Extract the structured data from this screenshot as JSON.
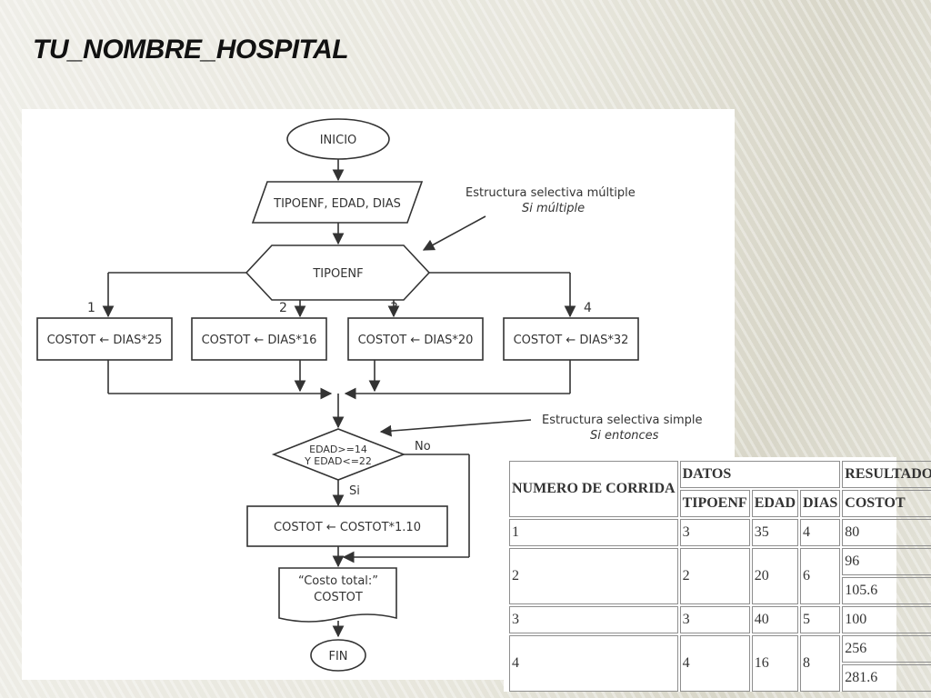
{
  "slide": {
    "title": "TU_NOMBRE_HOSPITAL"
  },
  "flowchart": {
    "start": "INICIO",
    "input": "TIPOENF, EDAD, DIAS",
    "decision_multiple": "TIPOENF",
    "annotation_multiple": {
      "line1": "Estructura selectiva múltiple",
      "line2": "Si múltiple"
    },
    "branches": [
      {
        "label": "1",
        "process": "COSTOT ← DIAS*25"
      },
      {
        "label": "2",
        "process": "COSTOT ← DIAS*16"
      },
      {
        "label": "3",
        "process": "COSTOT ← DIAS*20"
      },
      {
        "label": "4",
        "process": "COSTOT ← DIAS*32"
      }
    ],
    "annotation_simple": {
      "line1": "Estructura selectiva simple",
      "line2": "Si entonces"
    },
    "decision_simple": {
      "line1": "EDAD>=14",
      "line2": "Y EDAD<=22"
    },
    "no_label": "No",
    "yes_label": "Si",
    "process_adjust": "COSTOT ← COSTOT*1.10",
    "output": {
      "line1": "“Costo total:”",
      "line2": "COSTOT"
    },
    "end": "FIN"
  },
  "table": {
    "headers": {
      "run": "NUMERO DE CORRIDA",
      "datos": "DATOS",
      "resultados": "RESULTADOS",
      "tipoenf": "TIPOENF",
      "edad": "EDAD",
      "dias": "DIAS",
      "costot": "COSTOT"
    },
    "rows": [
      {
        "run": "1",
        "tipoenf": "3",
        "edad": "35",
        "dias": "4",
        "results": [
          "80"
        ]
      },
      {
        "run": "2",
        "tipoenf": "2",
        "edad": "20",
        "dias": "6",
        "results": [
          "96",
          "105.6"
        ]
      },
      {
        "run": "3",
        "tipoenf": "3",
        "edad": "40",
        "dias": "5",
        "results": [
          "100"
        ]
      },
      {
        "run": "4",
        "tipoenf": "4",
        "edad": "16",
        "dias": "8",
        "results": [
          "256",
          "281.6"
        ]
      }
    ]
  }
}
